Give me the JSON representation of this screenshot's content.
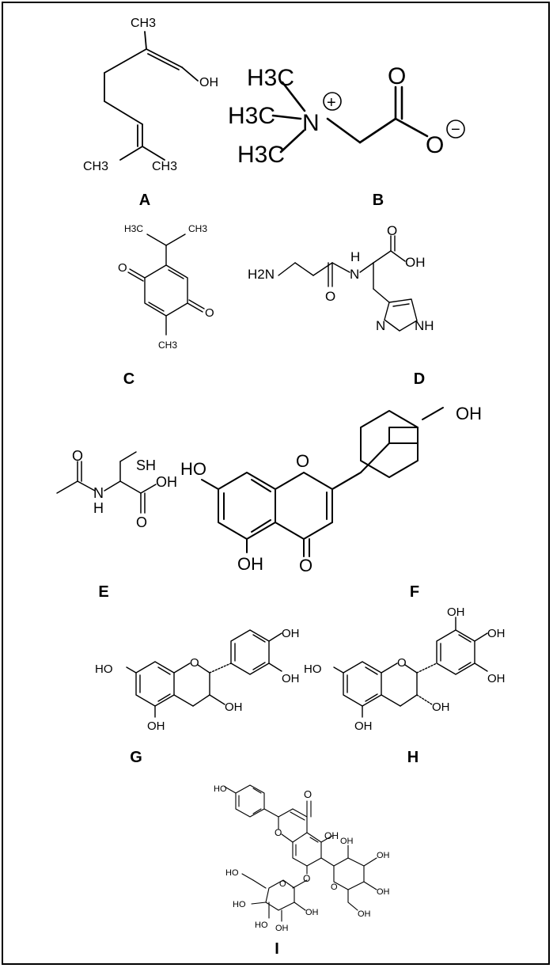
{
  "panels": {
    "A": {
      "label": "A",
      "atoms": {
        "ch3_top": "CH3",
        "oh": "OH",
        "ch3_left": "CH3",
        "ch3_right": "CH3"
      }
    },
    "B": {
      "label": "B",
      "atoms": {
        "me1": "H3C",
        "me2": "H3C",
        "me3": "H3C",
        "n": "N",
        "plus": "+",
        "o_top": "O",
        "o_minus": "O",
        "minus": "−"
      }
    },
    "C": {
      "label": "C",
      "atoms": {
        "me_l": "H3C",
        "me_r": "CH3",
        "o_left": "O",
        "o_right": "O",
        "me_bottom": "CH3"
      }
    },
    "D": {
      "label": "D",
      "atoms": {
        "h2n": "H2N",
        "nh_amide": "H",
        "n_amide": "N",
        "o_amide": "O",
        "o_acid": "O",
        "oh": "OH",
        "n_ring": "N",
        "nh_ring": "NH"
      }
    },
    "E": {
      "label": "E",
      "atoms": {
        "sh": "SH",
        "o_acetyl": "O",
        "nh": "N",
        "h": "H",
        "oh": "OH",
        "o_acid": "O"
      }
    },
    "F": {
      "label": "F",
      "atoms": {
        "ho": "HO",
        "o_ring": "O",
        "oh_top": "OH",
        "oh_bottom": "OH",
        "o_keto": "O"
      }
    },
    "G": {
      "label": "G",
      "atoms": {
        "ho": "HO",
        "o_ring": "O",
        "oh1": "OH",
        "oh2": "OH",
        "oh3": "OH",
        "oh4": "OH"
      }
    },
    "H": {
      "label": "H",
      "atoms": {
        "ho": "HO",
        "o_ring": "O",
        "oh1": "OH",
        "oh2": "OH",
        "oh3": "OH",
        "oh4": "OH",
        "oh5": "OH"
      }
    },
    "I": {
      "label": "I",
      "atoms": {
        "ho_top": "HO",
        "o_keto": "O",
        "o_ring": "O",
        "oh5": "OH",
        "o_link": "O",
        "o_sugar1": "O",
        "o_sugar2": "O",
        "ho1": "HO",
        "ho2": "HO",
        "ho3": "HO",
        "oh_s1": "OH",
        "oh_s2": "OH",
        "oh_s3": "OH",
        "oh_s4": "OH",
        "oh_s5": "OH",
        "oh_s6": "OH"
      }
    }
  }
}
